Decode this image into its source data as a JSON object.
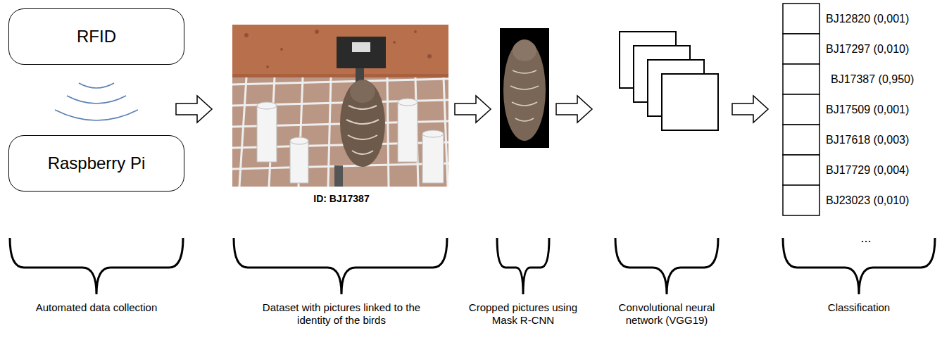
{
  "diagram": {
    "nodes": [
      {
        "text": [
          "RFID"
        ]
      },
      {
        "text": [
          "Raspberry Pi"
        ]
      }
    ],
    "labels": [
      "ID: BJ17387",
      "BJ12820 (0,001)",
      "BJ17297 (0,010)",
      "BJ17387 (0,950)",
      "BJ17509 (0,001)",
      "BJ17618 (0,003)",
      "BJ17729 (0,004)",
      "BJ23023 (0,010)",
      "...",
      "Automated data collection",
      "Dataset with pictures linked to the identity of the birds",
      "Cropped pictures using Mask R-CNN",
      "Convolutional neural network (VGG19)",
      "Classification"
    ]
  }
}
